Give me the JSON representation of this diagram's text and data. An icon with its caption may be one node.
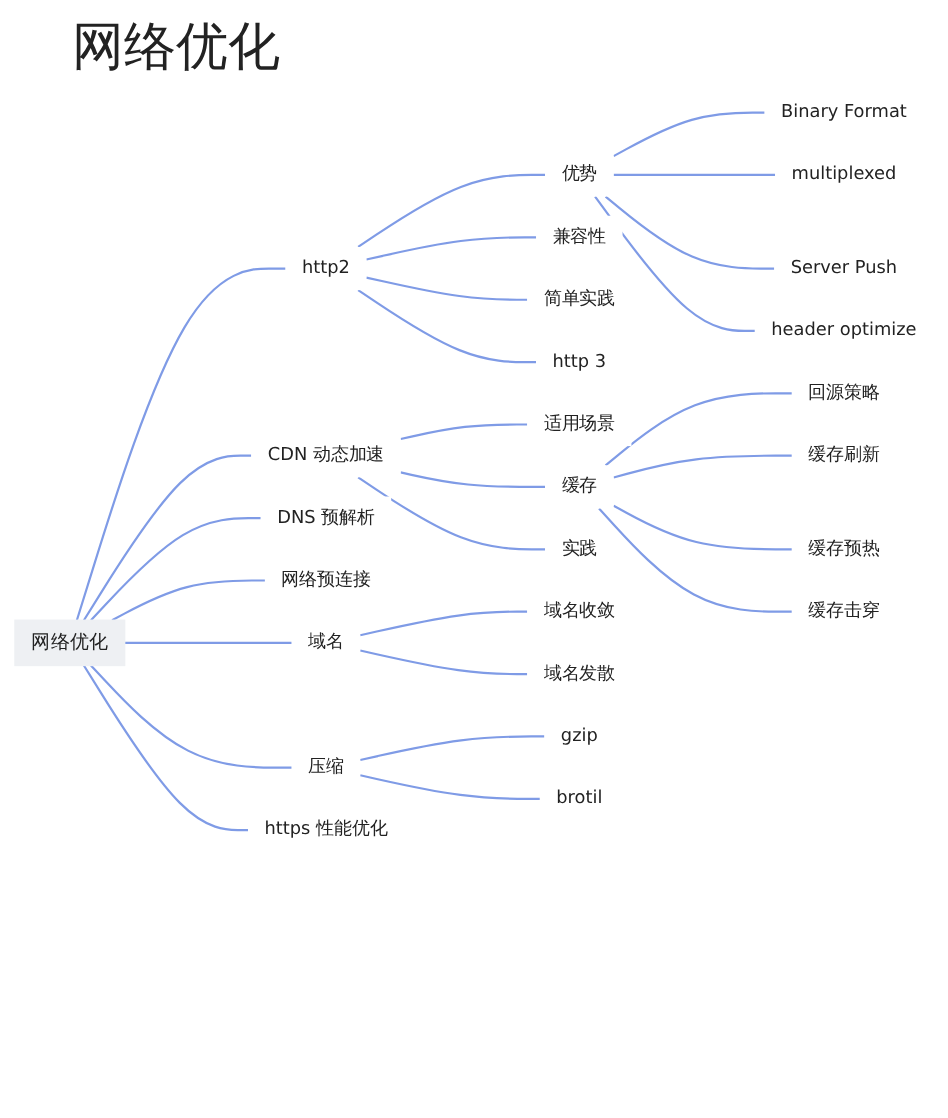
{
  "diagram": {
    "title": "网络优化",
    "nodes": [
      {
        "text": [
          "网络优化"
        ]
      },
      {
        "text": [
          "http2"
        ]
      },
      {
        "text": [
          "优势"
        ]
      },
      {
        "text": [
          "Binary Format"
        ]
      },
      {
        "text": [
          "multiplexed"
        ]
      },
      {
        "text": [
          "Server Push"
        ]
      },
      {
        "text": [
          "header optimize"
        ]
      },
      {
        "text": [
          "兼容性"
        ]
      },
      {
        "text": [
          "简单实践"
        ]
      },
      {
        "text": [
          "http 3"
        ]
      },
      {
        "text": [
          "CDN 动态加速"
        ]
      },
      {
        "text": [
          "适用场景"
        ]
      },
      {
        "text": [
          "缓存"
        ]
      },
      {
        "text": [
          "回源策略"
        ]
      },
      {
        "text": [
          "缓存刷新"
        ]
      },
      {
        "text": [
          "缓存预热"
        ]
      },
      {
        "text": [
          "缓存击穿"
        ]
      },
      {
        "text": [
          "实践"
        ]
      },
      {
        "text": [
          "DNS 预解析"
        ]
      },
      {
        "text": [
          "网络预连接"
        ]
      },
      {
        "text": [
          "域名"
        ]
      },
      {
        "text": [
          "域名收敛"
        ]
      },
      {
        "text": [
          "域名发散"
        ]
      },
      {
        "text": [
          "压缩"
        ]
      },
      {
        "text": [
          "gzip"
        ]
      },
      {
        "text": [
          "brotil"
        ]
      },
      {
        "text": [
          "https 性能优化"
        ]
      }
    ],
    "edges": [
      {
        "from": 0,
        "to": 1,
        "arrow": "none"
      },
      {
        "from": 1,
        "to": 2,
        "arrow": "none"
      },
      {
        "from": 2,
        "to": 3,
        "arrow": "none"
      },
      {
        "from": 2,
        "to": 4,
        "arrow": "none"
      },
      {
        "from": 2,
        "to": 5,
        "arrow": "none"
      },
      {
        "from": 2,
        "to": 6,
        "arrow": "none"
      },
      {
        "from": 1,
        "to": 7,
        "arrow": "none"
      },
      {
        "from": 1,
        "to": 8,
        "arrow": "none"
      },
      {
        "from": 1,
        "to": 9,
        "arrow": "none"
      },
      {
        "from": 0,
        "to": 10,
        "arrow": "none"
      },
      {
        "from": 10,
        "to": 11,
        "arrow": "none"
      },
      {
        "from": 10,
        "to": 12,
        "arrow": "none"
      },
      {
        "from": 12,
        "to": 13,
        "arrow": "none"
      },
      {
        "from": 12,
        "to": 14,
        "arrow": "none"
      },
      {
        "from": 12,
        "to": 15,
        "arrow": "none"
      },
      {
        "from": 12,
        "to": 16,
        "arrow": "none"
      },
      {
        "from": 10,
        "to": 17,
        "arrow": "none"
      },
      {
        "from": 0,
        "to": 18,
        "arrow": "none"
      },
      {
        "from": 0,
        "to": 19,
        "arrow": "none"
      },
      {
        "from": 0,
        "to": 20,
        "arrow": "none"
      },
      {
        "from": 20,
        "to": 21,
        "arrow": "none"
      },
      {
        "from": 20,
        "to": 22,
        "arrow": "none"
      },
      {
        "from": 0,
        "to": 23,
        "arrow": "none"
      },
      {
        "from": 23,
        "to": 24,
        "arrow": "none"
      },
      {
        "from": 23,
        "to": 25,
        "arrow": "none"
      },
      {
        "from": 0,
        "to": 26,
        "arrow": "none"
      }
    ]
  }
}
